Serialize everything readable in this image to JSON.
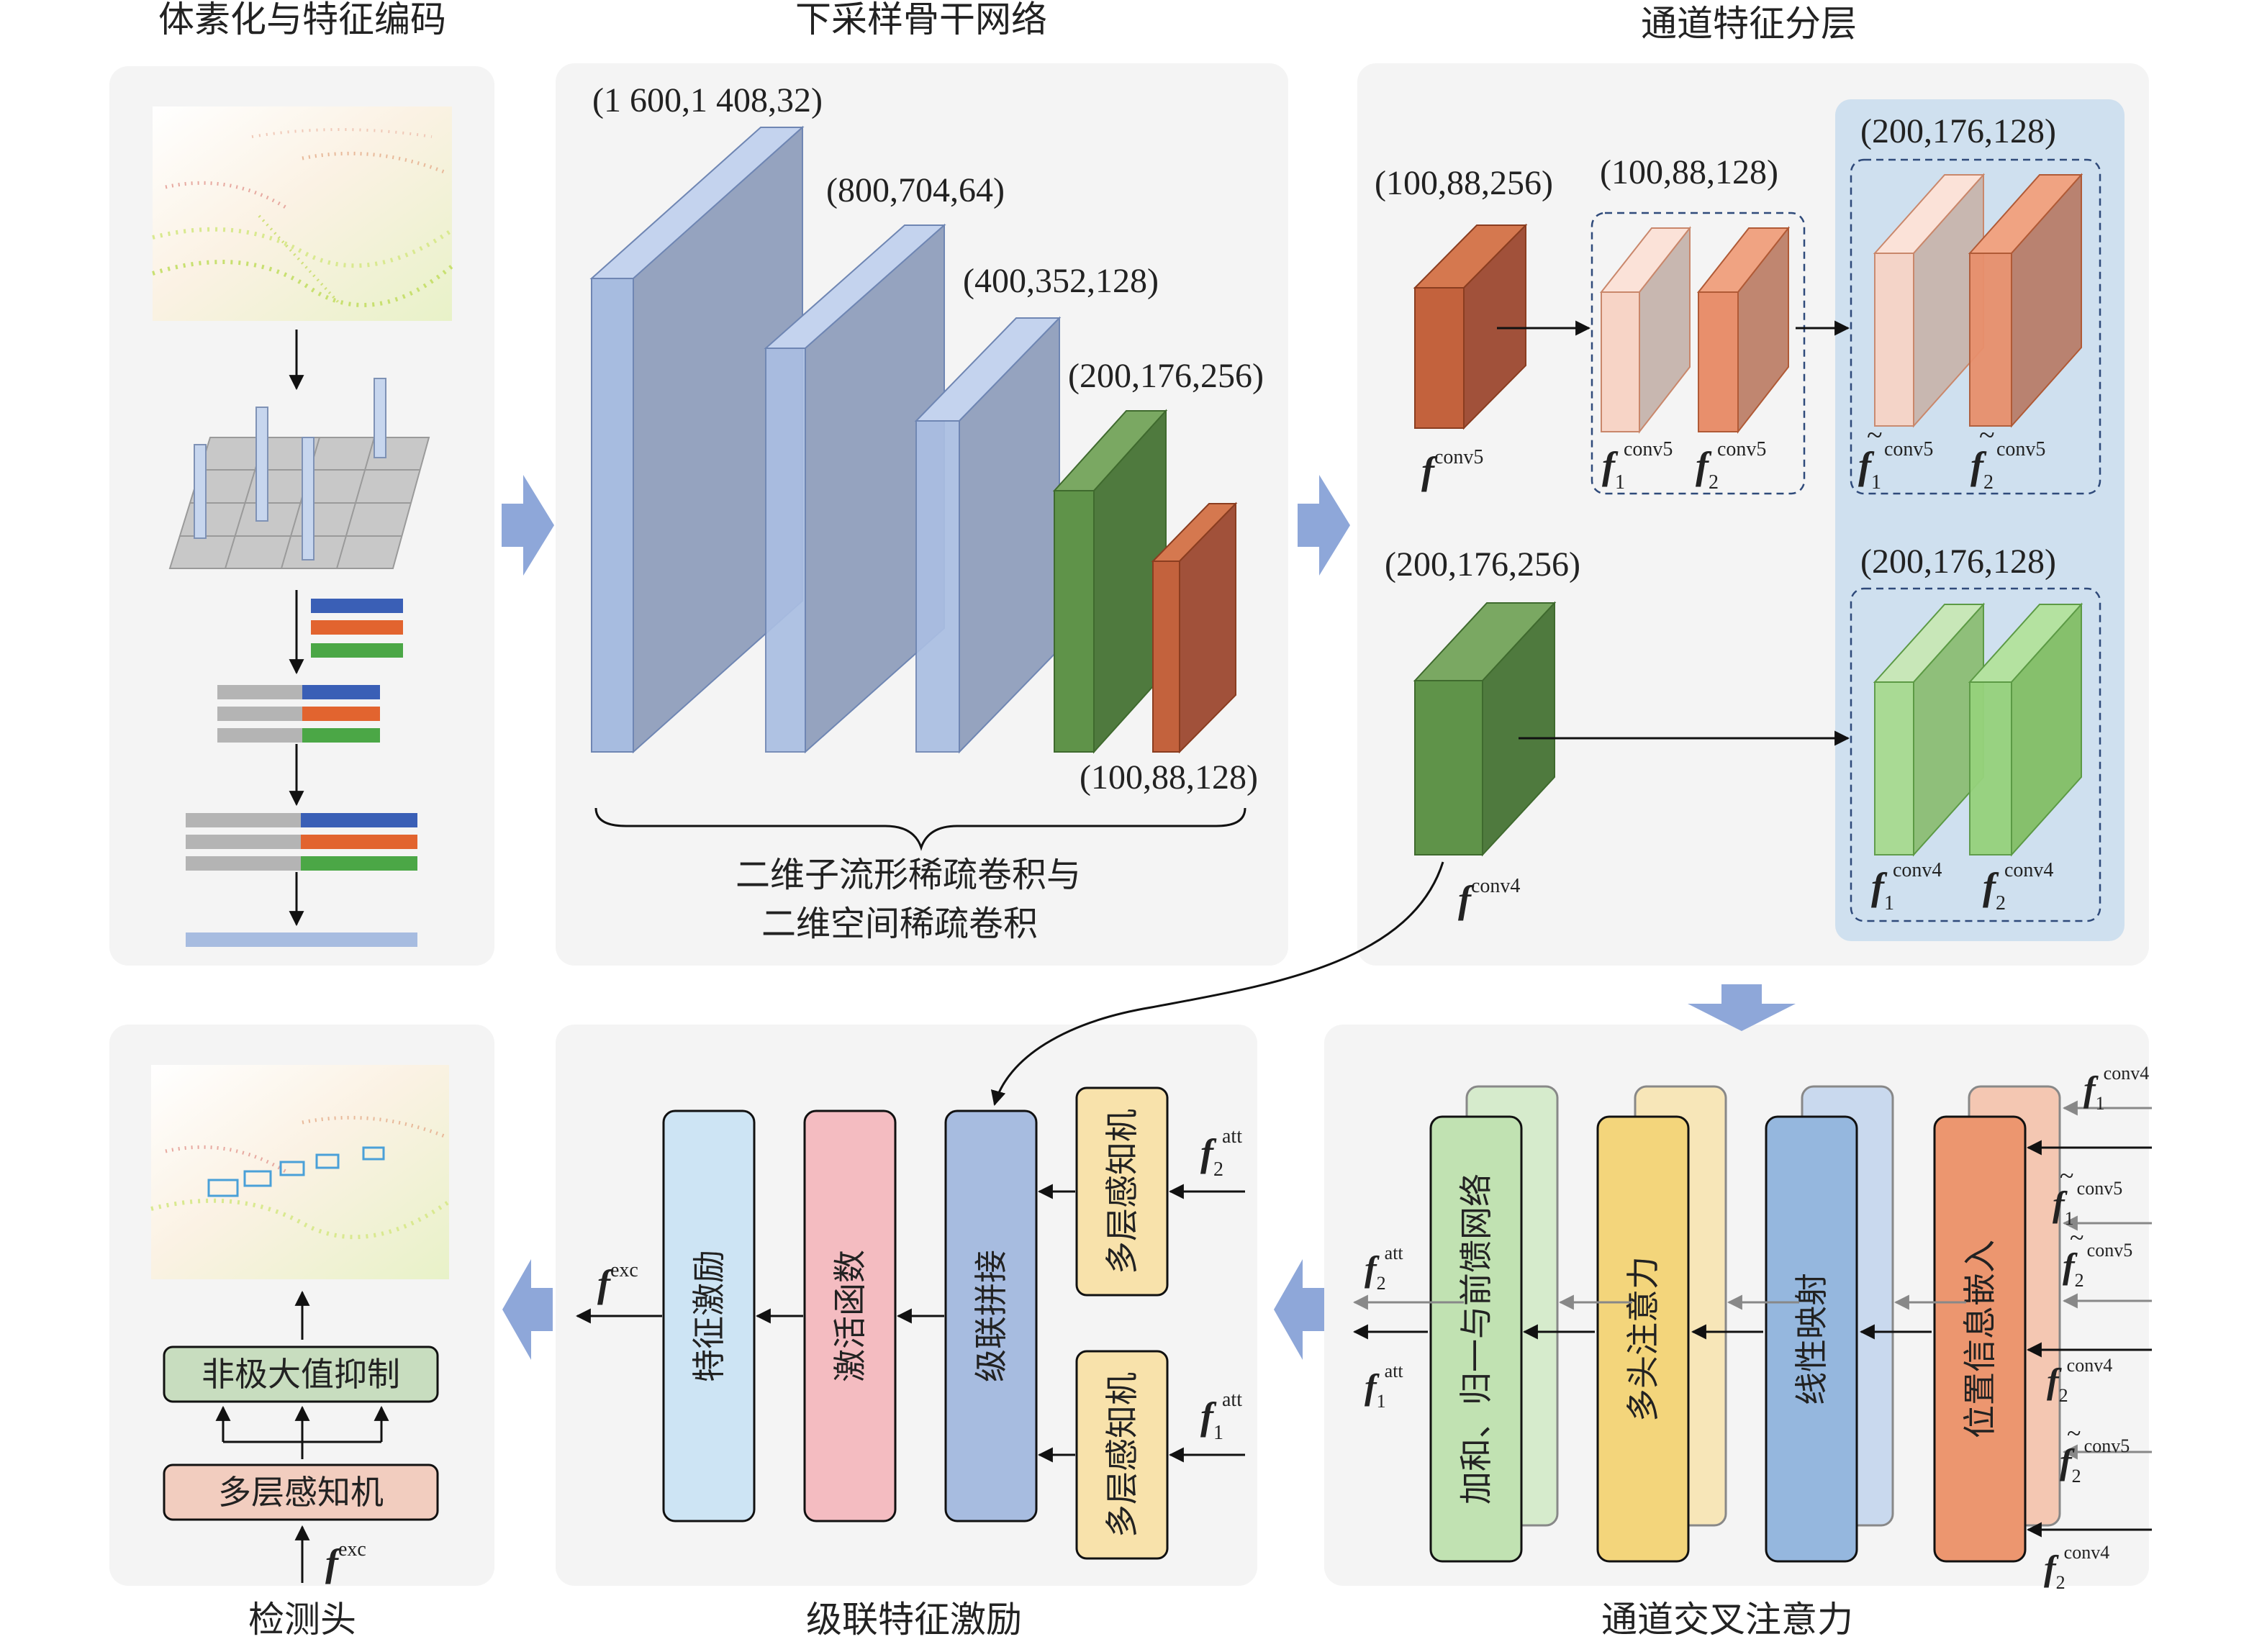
{
  "panels": {
    "voxel": {
      "title": "体素化与特征编码"
    },
    "backbone": {
      "title": "下采样骨干网络",
      "dims": [
        "(1 600,1 408,32)",
        "(800,704,64)",
        "(400,352,128)",
        "(200,176,256)",
        "(100,88,128)"
      ],
      "caption_line1": "二维子流形稀疏卷积与",
      "caption_line2": "二维空间稀疏卷积"
    },
    "layering": {
      "title": "通道特征分层",
      "dims": [
        "(100,88,256)",
        "(100,88,128)",
        "(200,176,128)",
        "(200,176,256)",
        "(200,176,128)"
      ]
    },
    "detect": {
      "title": "检测头",
      "nms": "非极大值抑制",
      "mlp": "多层感知机"
    },
    "cascade": {
      "title": "级联特征激励",
      "blocks": [
        "特征激励",
        "激活函数",
        "级联拼接"
      ],
      "mlp_top": "多层感知机",
      "mlp_bottom": "多层感知机"
    },
    "cross": {
      "title": "通道交叉注意力",
      "blocks": [
        "加和、归一与前馈网络",
        "多头注意力",
        "线性映射",
        "位置信息嵌入"
      ]
    }
  },
  "symbols": {
    "f": "f",
    "conv5": "conv5",
    "conv4": "conv4",
    "att": "att",
    "exc": "exc",
    "one": "1",
    "two": "2",
    "tilde": "~"
  },
  "colors": {
    "panel_bg": "#f4f4f4",
    "blue_block": "#a7bce0",
    "green_block": "#5f9349",
    "orange_block": "#c3623d",
    "light_blue_region": "#cfe0ef",
    "arrow_blue": "#8ea7d9"
  }
}
